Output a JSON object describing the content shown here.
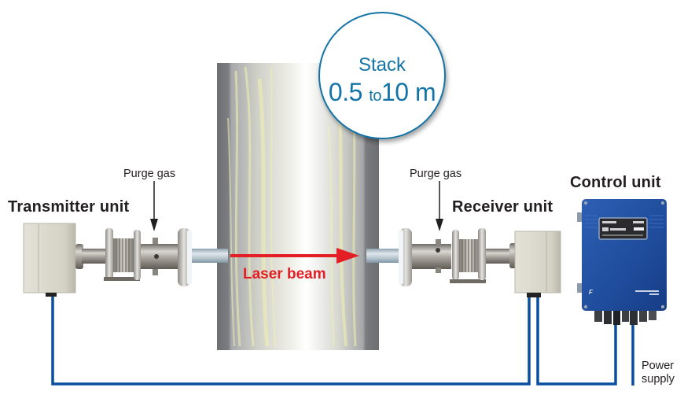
{
  "diagram": {
    "title": "Laser gas analyzer stack installation",
    "stack_badge": {
      "line1": "Stack",
      "range_min": "0.5",
      "range_sep": "to",
      "range_max": "10",
      "unit": "m"
    },
    "labels": {
      "transmitter": "Transmitter unit",
      "receiver": "Receiver unit",
      "control": "Control unit",
      "purge_left": "Purge gas",
      "purge_right": "Purge gas",
      "laser": "Laser beam",
      "power_line1": "Power",
      "power_line2": "supply"
    },
    "colors": {
      "cable": "#0a4ea2",
      "laser": "#e31e24",
      "badge": "#1474a8",
      "control_unit": "#1f4fa0",
      "unit_box": "#d7d5c8",
      "text": "#231f20"
    }
  }
}
